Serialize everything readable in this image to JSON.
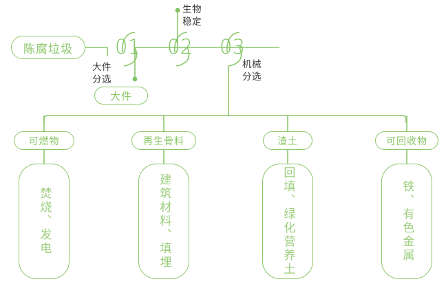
{
  "theme": {
    "line_color": "#8cc76a",
    "line_color_strong": "#7cc45e",
    "text_green": "#9ccd7c",
    "text_dark": "#3c3c3c",
    "background": "#ffffff"
  },
  "source": {
    "label": "陈腐垃圾"
  },
  "steps": [
    {
      "number": "01",
      "note_lines": [
        "大件",
        "分选"
      ]
    },
    {
      "number": "02",
      "note_lines": [
        "生物",
        "稳定"
      ]
    },
    {
      "number": "03",
      "note_lines": [
        "机械",
        "分选"
      ]
    }
  ],
  "bulky_output": {
    "label": "大件"
  },
  "outputs": [
    {
      "category": "可燃物",
      "result": "焚烧、发电"
    },
    {
      "category": "再生骨料",
      "result": "建筑材料、填埋"
    },
    {
      "category": "渣土",
      "result": "回填、绿化营养土"
    },
    {
      "category": "可回收物",
      "result": "铁、有色金属"
    }
  ]
}
